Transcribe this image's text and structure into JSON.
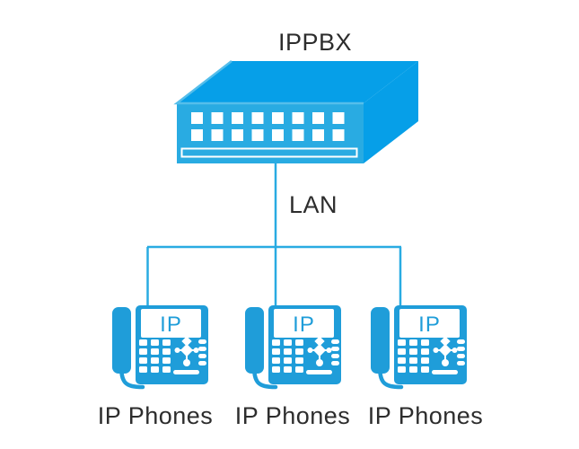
{
  "diagram": {
    "title": "IPPBX",
    "lan_label": "LAN",
    "phone_screen_label": "IP",
    "phones": [
      {
        "label": "IP Phones"
      },
      {
        "label": "IP Phones"
      },
      {
        "label": "IP Phones"
      }
    ],
    "colors": {
      "device_front": "#29ABE2",
      "device_top": "#069FE8",
      "phone_body": "#1F9DD9",
      "connector_line": "#29ABE2",
      "highlight": "#55BEEB",
      "label_text": "#2D2D2D",
      "white": "#FFFFFF"
    }
  }
}
